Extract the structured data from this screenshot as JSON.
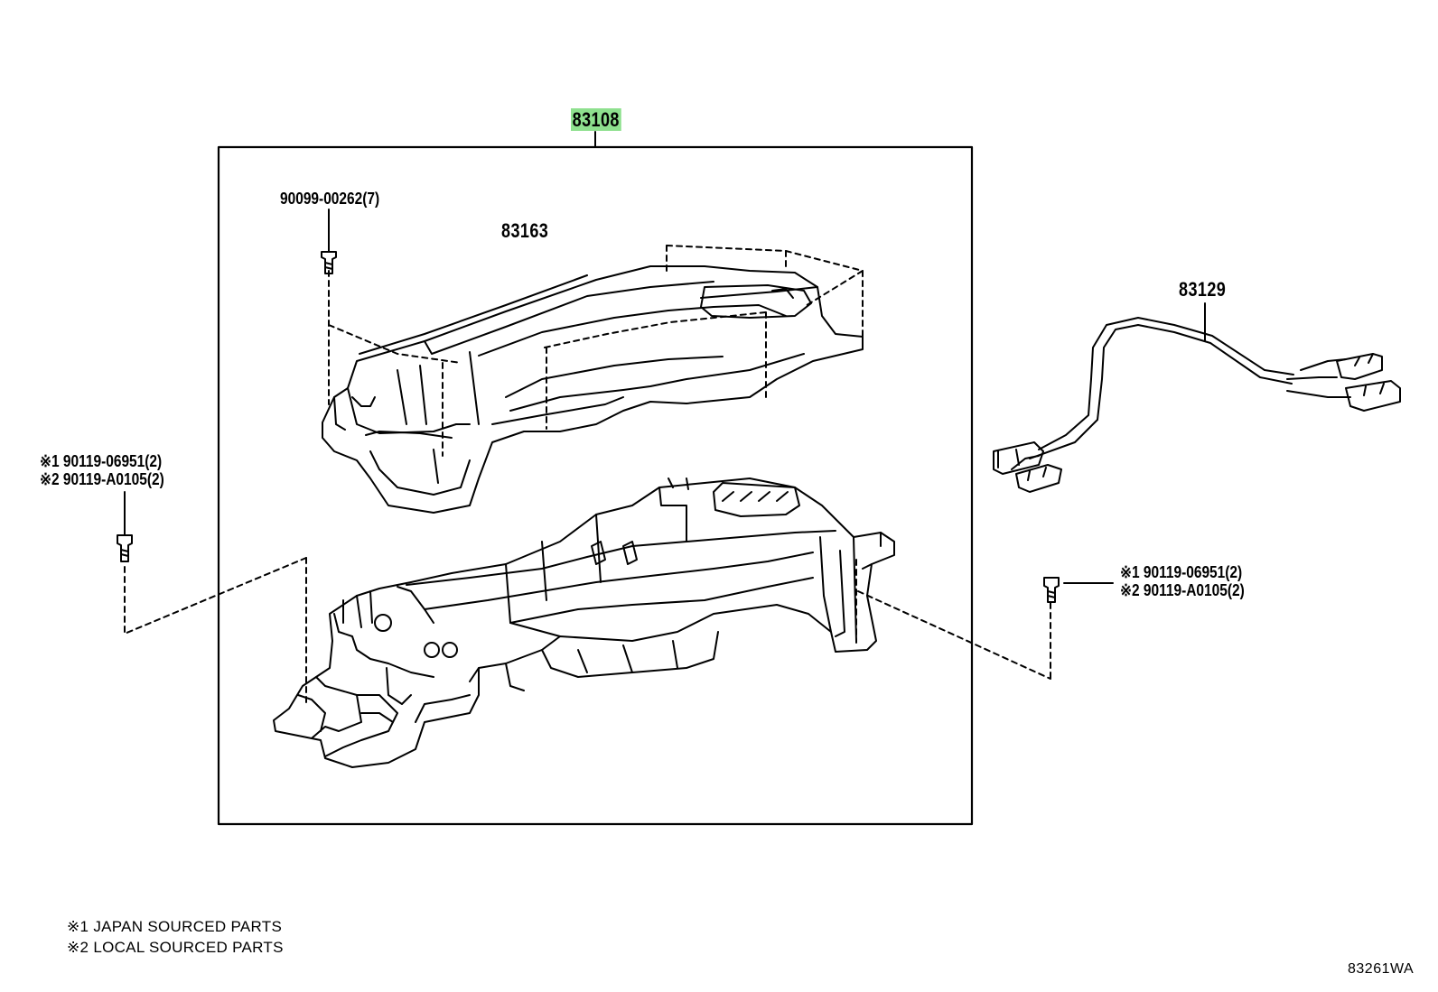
{
  "labels": {
    "assembly": "83108",
    "cover": "83163",
    "harness": "83129",
    "screw": "90099-00262(7)",
    "left_bolt_1": "※1 90119-06951(2)",
    "left_bolt_2": "※2 90119-A0105(2)",
    "right_bolt_1": "※1 90119-06951(2)",
    "right_bolt_2": "※2 90119-A0105(2)"
  },
  "notes": {
    "note1": "※1 JAPAN SOURCED PARTS",
    "note2": "※2 LOCAL SOURCED PARTS"
  },
  "diagram_code": "83261WA",
  "colors": {
    "highlight": "#8ee08e",
    "line": "#000000",
    "background": "#ffffff"
  }
}
